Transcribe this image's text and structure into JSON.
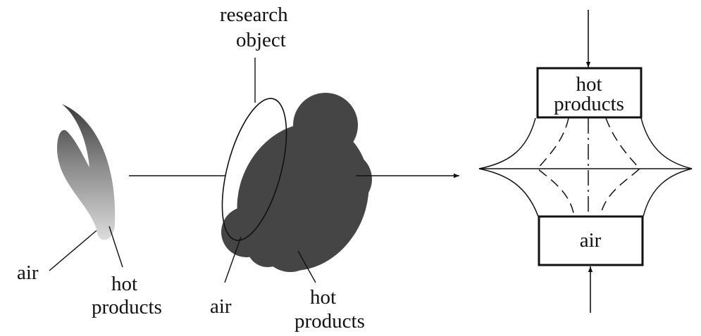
{
  "left_panel": {
    "air_label": "air",
    "hot_label_1": "hot",
    "hot_label_2": "products"
  },
  "middle_panel": {
    "research_label_1": "research",
    "research_label_2": "object",
    "air_label": "air",
    "hot_label_1": "hot",
    "hot_label_2": "products"
  },
  "right_panel": {
    "top_box_1": "hot",
    "top_box_2": "products",
    "bottom_box": "air"
  },
  "colors": {
    "blob": "#454545",
    "flame_top": "#3a3a3a",
    "flame_bottom": "#d8d8d8",
    "line": "#111111"
  }
}
